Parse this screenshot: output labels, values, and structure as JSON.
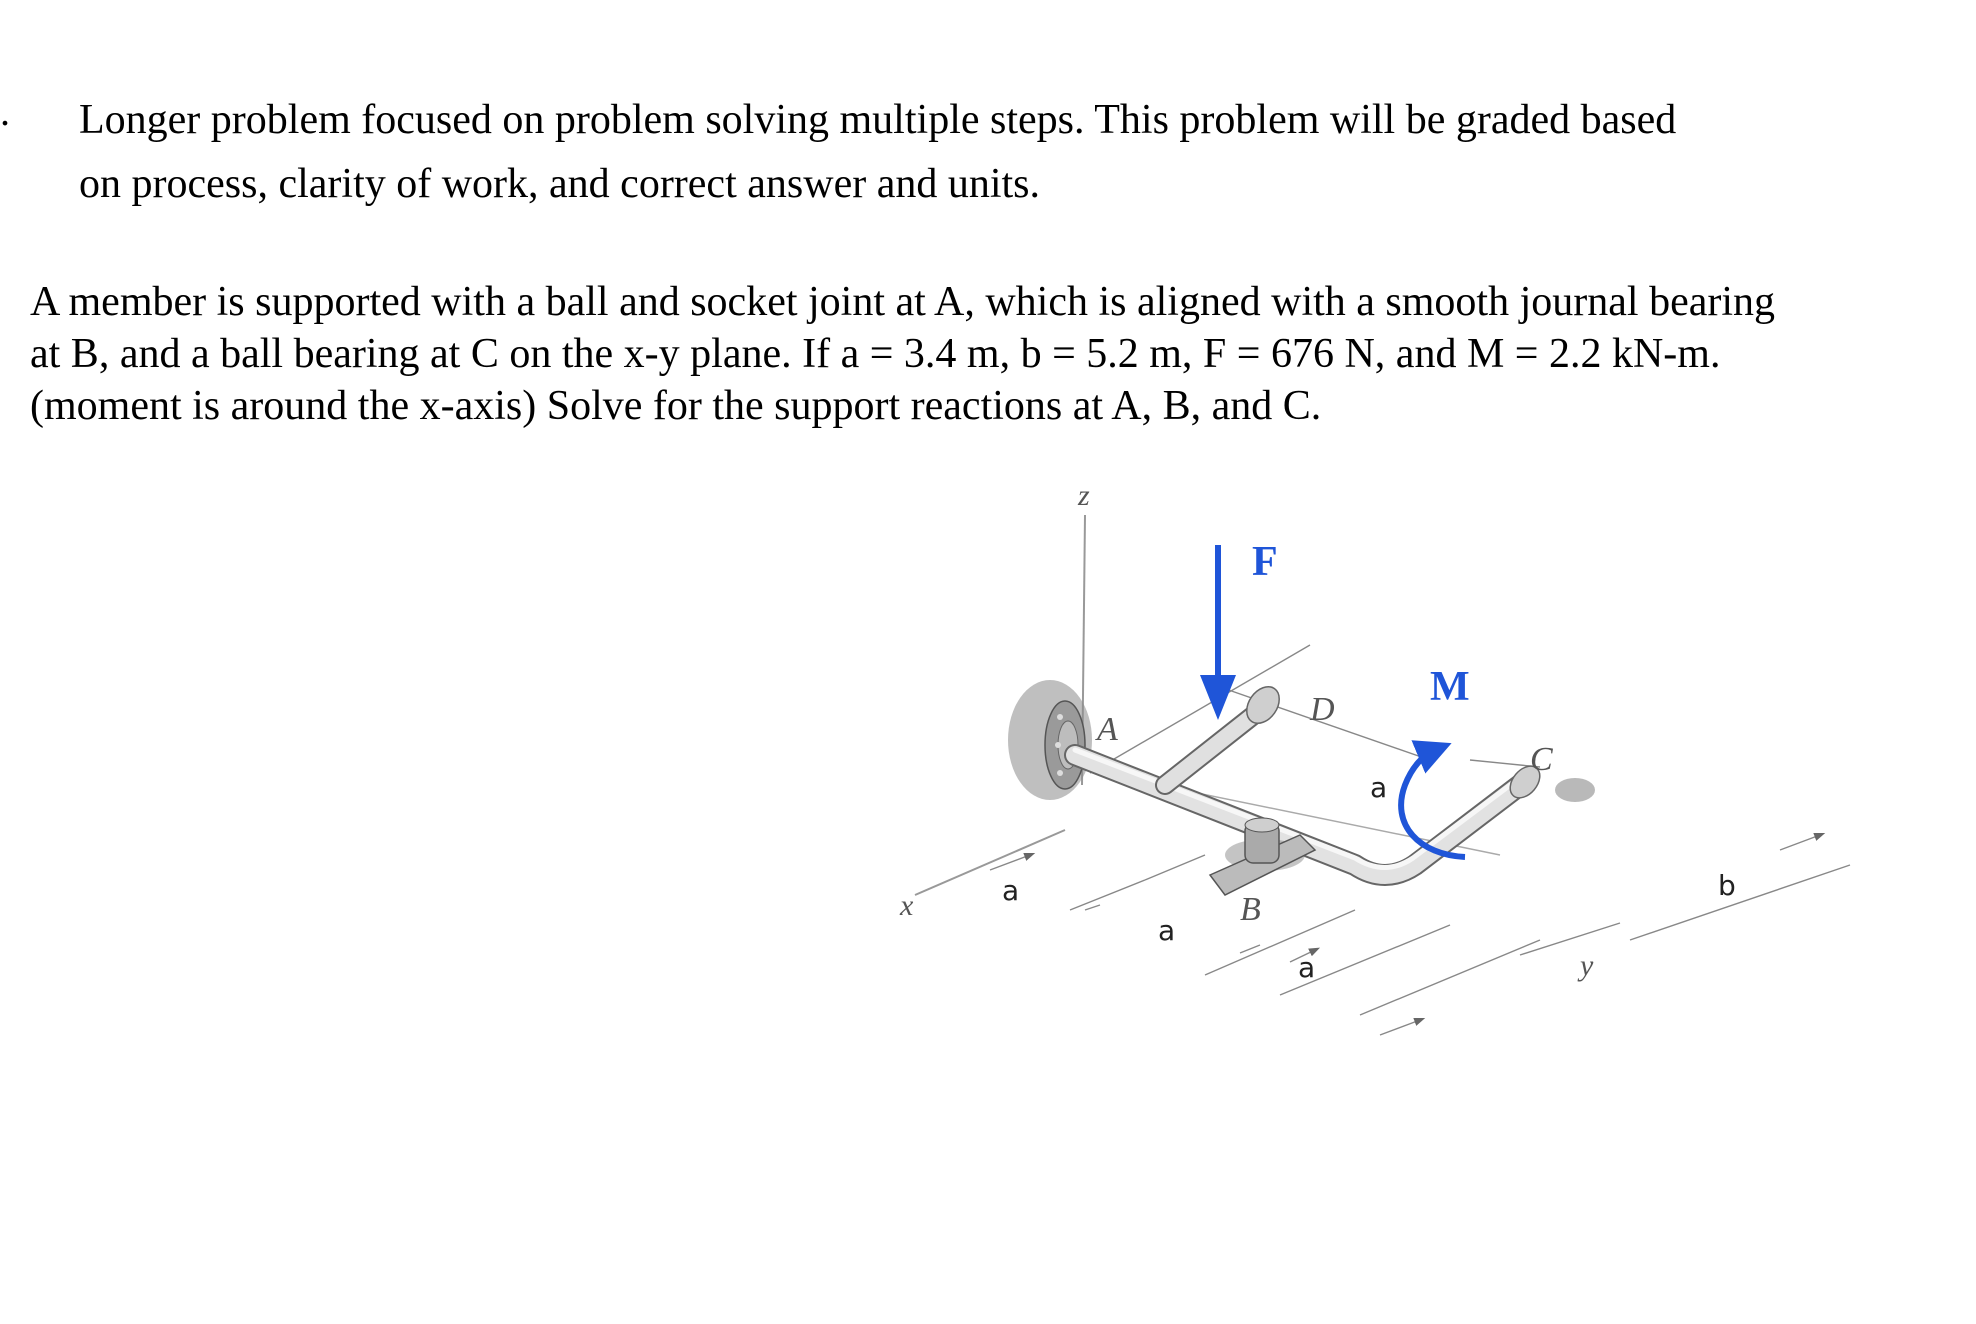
{
  "header": {
    "bullet": "."
  },
  "intro": {
    "line1": "Longer problem focused on problem solving multiple steps.  This problem will be graded based",
    "line2": "on process, clarity of work, and correct answer and units."
  },
  "problem": {
    "line1": "A member is supported with a ball and socket joint at A, which is aligned with a smooth journal bearing",
    "line2": "at B, and a ball bearing at C on the x-y plane.  If  a = 3.4 m, b = 5.2 m, F = 676 N, and M = 2.2 kN-m.",
    "line3": "(moment is around the x-axis)   Solve for the support reactions at A, B, and C."
  },
  "figure": {
    "labels": {
      "z": "z",
      "x": "x",
      "y": "y",
      "A": "A",
      "B": "B",
      "C": "C",
      "D": "D",
      "F": "F",
      "M": "M",
      "a1": "a",
      "a2": "a",
      "a3": "a",
      "a4": "a",
      "b": "b"
    },
    "colors": {
      "force": "#1f55d8",
      "moment": "#1f55d8",
      "member": "#d9d9d9",
      "outline": "#666666"
    }
  }
}
